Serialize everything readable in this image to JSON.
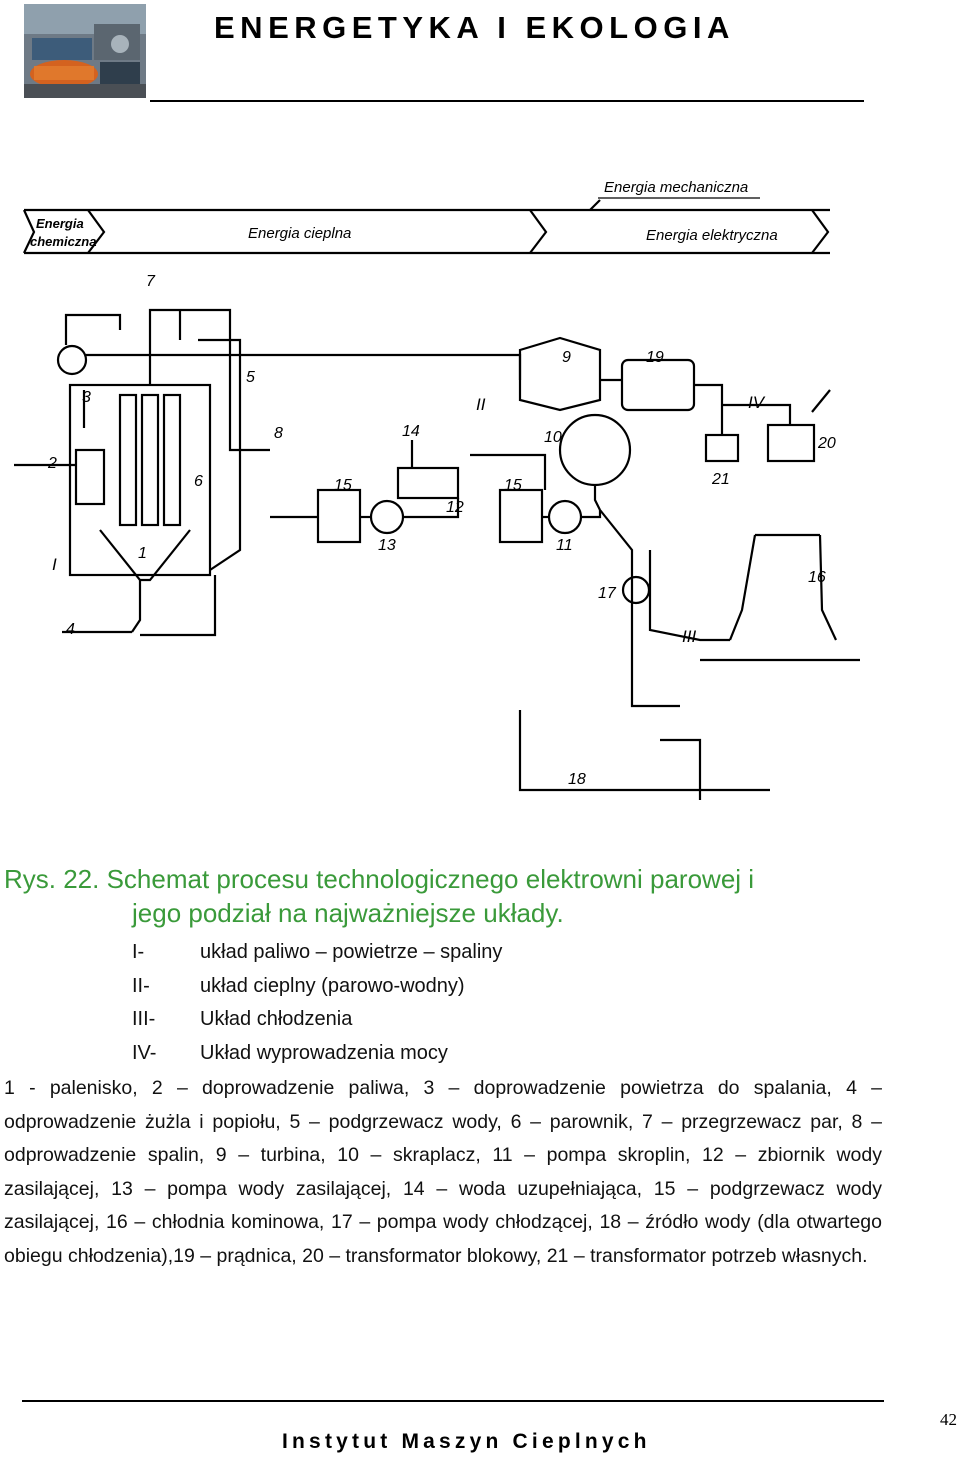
{
  "header": {
    "title": "ENERGETYKA I EKOLOGIA"
  },
  "diagram": {
    "energy_labels": {
      "chemical_1": "Energia",
      "chemical_2": "chemiczna",
      "thermal": "Energia cieplna",
      "mechanical": "Energia mechaniczna",
      "electrical": "Energia elektryczna"
    },
    "numbers": [
      "1",
      "2",
      "3",
      "4",
      "5",
      "6",
      "7",
      "8",
      "9",
      "10",
      "11",
      "12",
      "13",
      "14",
      "15",
      "15",
      "16",
      "17",
      "18",
      "19",
      "20",
      "21"
    ],
    "roman": [
      "I",
      "II",
      "III",
      "IV"
    ]
  },
  "caption": {
    "line1": "Rys.  22. Schemat procesu technologicznego elektrowni parowej i",
    "line2": "jego podział na najważniejsze układy."
  },
  "systems": [
    {
      "num": "I-",
      "label": "układ paliwo – powietrze – spaliny"
    },
    {
      "num": "II-",
      "label": "układ cieplny (parowo-wodny)"
    },
    {
      "num": "III-",
      "label": "Układ chłodzenia"
    },
    {
      "num": "IV-",
      "label": "Układ wyprowadzenia mocy"
    }
  ],
  "legend": "1 - palenisko, 2 – doprowadzenie paliwa, 3 – doprowadzenie powietrza do spalania, 4 – odprowadzenie żużla i popiołu, 5 – podgrzewacz wody, 6 – parownik, 7 – przegrzewacz par, 8 – odprowadzenie spalin, 9 – turbina, 10 – skraplacz, 11 – pompa skroplin, 12 – zbiornik wody zasilającej, 13 – pompa wody zasilającej, 14 – woda uzupełniająca, 15 – podgrzewacz wody zasilającej, 16 – chłodnia kominowa, 17 – pompa wody chłodzącej, 18 – źródło wody (dla otwartego obiegu chłodzenia),19 – prądnica, 20 – transformator blokowy, 21 – transformator potrzeb własnych.",
  "footer": {
    "institute": "Instytut Maszyn Cieplnych",
    "page": "42"
  }
}
